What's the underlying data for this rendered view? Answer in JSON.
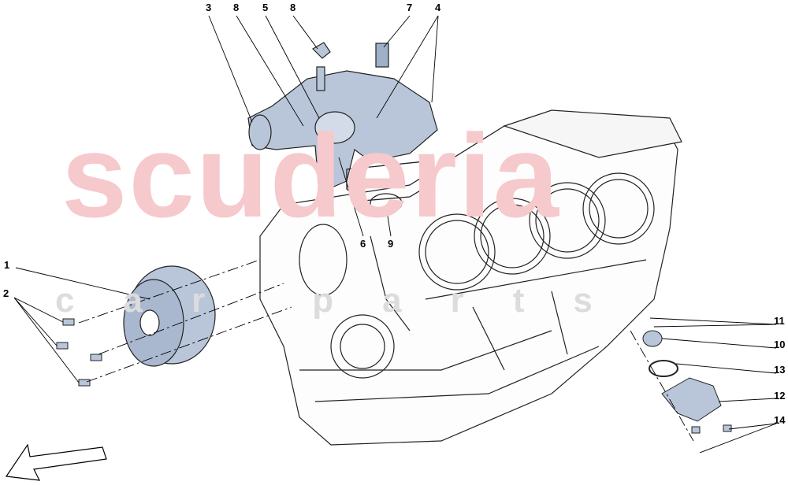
{
  "watermark": {
    "brand": "scuderia",
    "sub": "car parts"
  },
  "colors": {
    "part_fill": "#b9c6da",
    "part_stroke": "#1a1a1a",
    "watermark_red": "#f6c9cc",
    "leader": "#000000"
  },
  "callouts": [
    "1",
    "2",
    "3",
    "4",
    "5",
    "6",
    "7",
    "8",
    "8",
    "9",
    "10",
    "11",
    "12",
    "13",
    "14"
  ],
  "icons": {
    "direction_arrow": "front-direction-arrow-icon"
  }
}
